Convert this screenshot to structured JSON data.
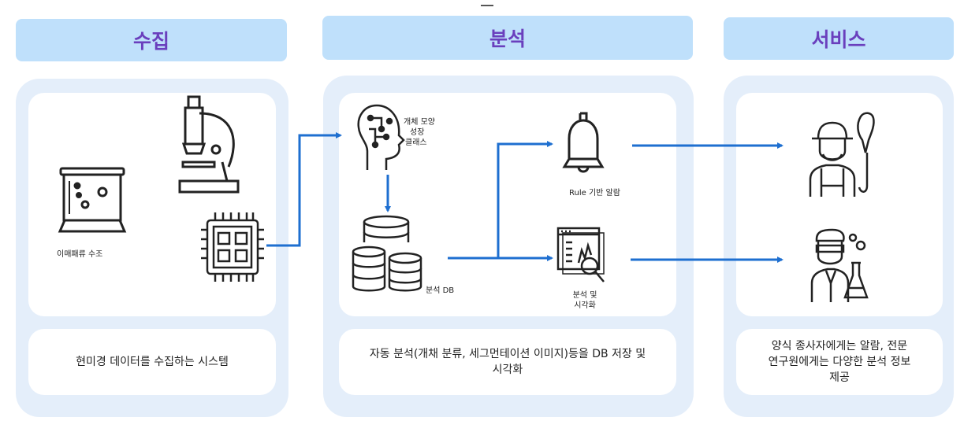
{
  "stages": {
    "collect": {
      "title": "수집",
      "tank_label": "이매패류 수조",
      "caption": "현미경 데이터를 수집하는 시스템"
    },
    "analyze": {
      "title": "분석",
      "ai_label": [
        "개체 모양",
        "성장",
        "클래스"
      ],
      "db_label": "분석 DB",
      "alert_label": "Rule 기반 알람",
      "viz_label": [
        "분석 및",
        "시각화"
      ],
      "caption": [
        "자동 분석(개채 분류, 세그먼테이션 이미지)등을  DB 저장 및",
        "시각화"
      ]
    },
    "service": {
      "title": "서비스",
      "caption": [
        "양식 종사자에게는 알람, 전문",
        "연구원에게는 다양한 분석 정보",
        "제공"
      ]
    }
  },
  "colors": {
    "header_bg": "#bfe0fb",
    "header_text": "#6a3fbd",
    "panel_bg": "#e4eefa",
    "arrow": "#1e6fd0"
  },
  "icons": [
    "aquarium-tank-icon",
    "microscope-icon",
    "chip-icon",
    "ai-head-icon",
    "database-icon",
    "bell-icon",
    "analytics-screen-icon",
    "fisherman-icon",
    "scientist-icon"
  ]
}
